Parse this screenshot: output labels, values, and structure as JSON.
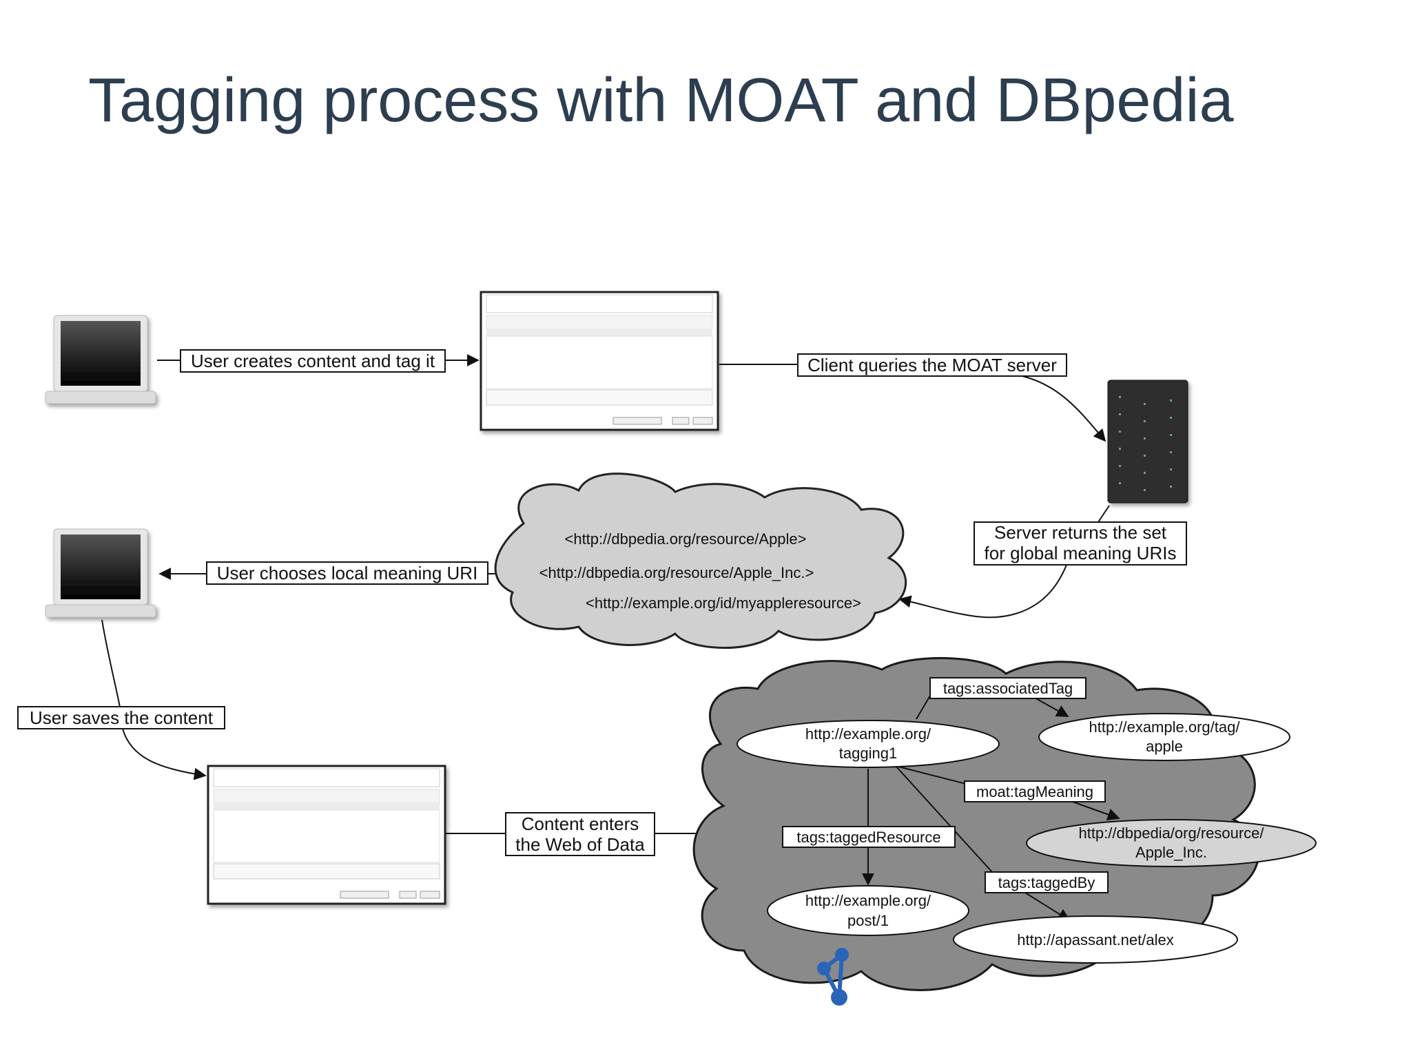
{
  "title": "Tagging process with MOAT and DBpedia",
  "labels": {
    "create": "User creates content and tag it",
    "query": "Client queries the MOAT server",
    "returns_1": "Server returns the set",
    "returns_2": "for global meaning URIs",
    "chooses": "User chooses local meaning URI",
    "saves": "User saves the content",
    "enters_1": "Content enters",
    "enters_2": "the Web of Data"
  },
  "candidate_uris": [
    "<http://dbpedia.org/resource/Apple>",
    "<http://dbpedia.org/resource/Apple_Inc.>",
    "<http://example.org/id/myappleresource>"
  ],
  "graph": {
    "nodes": {
      "tagging_1": "http://example.org/",
      "tagging_2": "tagging1",
      "tag_1": "http://example.org/tag/",
      "tag_2": "apple",
      "meaning_1": "http://dbpedia/org/resource/",
      "meaning_2": "Apple_Inc.",
      "post_1": "http://example.org/",
      "post_2": "post/1",
      "user": "http://apassant.net/alex"
    },
    "edges": {
      "associated_tag": "tags:associatedTag",
      "tag_meaning": "moat:tagMeaning",
      "tagged_resource": "tags:taggedResource",
      "tagged_by": "tags:taggedBy"
    }
  },
  "colors": {
    "title": "#2c3e50",
    "cloud_fill": "#d0d0d0",
    "graph_cloud_fill": "#8a8a8a",
    "node_fill": "#ffffff",
    "meaning_node_fill": "#d4d4d4",
    "semantic_web_logo": "#2a64b8"
  },
  "icons": [
    "laptop-icon",
    "server-icon",
    "semantic-web-logo-icon"
  ]
}
